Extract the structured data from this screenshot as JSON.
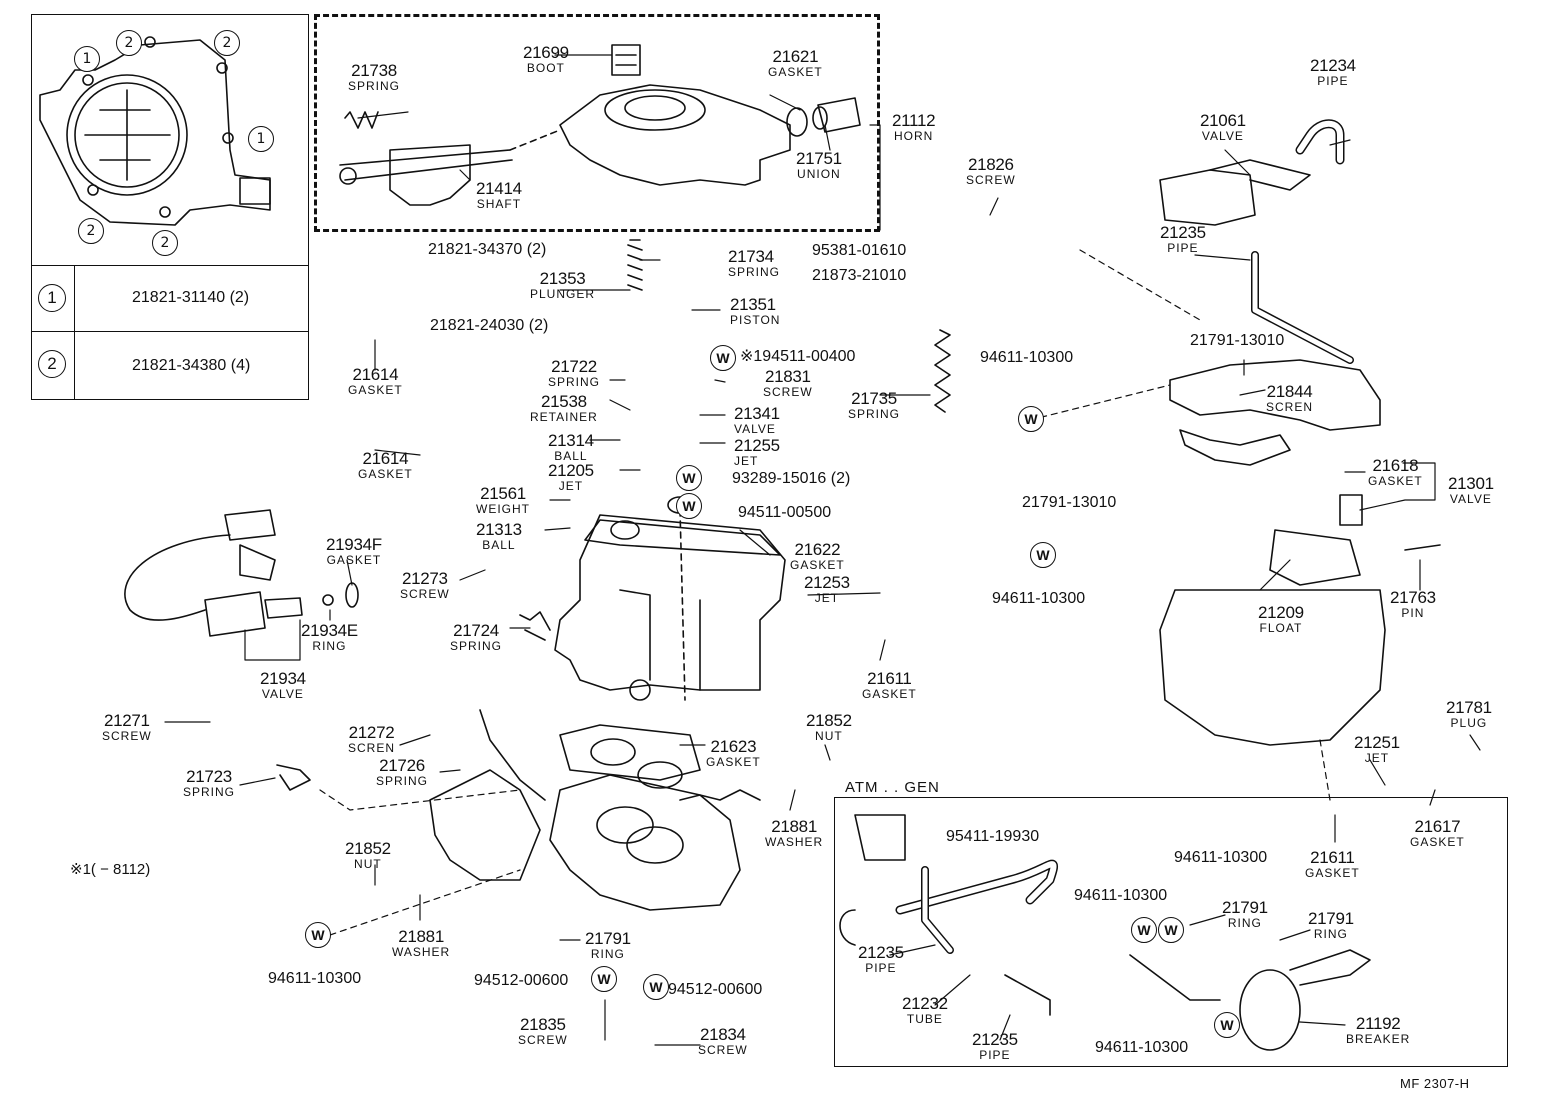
{
  "diagram_code": "MF 2307-H",
  "note": "※1(    − 8112)",
  "legend": {
    "key1": "1",
    "key2": "2",
    "row1": "21821-31140 (2)",
    "row2": "21821-34380 (4)"
  },
  "box_atm_title": "ATM . . GEN",
  "w_glyph": "W",
  "parts": [
    {
      "id": "p21699",
      "num": "21699",
      "name": "BOOT"
    },
    {
      "id": "p21738",
      "num": "21738",
      "name": "SPRING"
    },
    {
      "id": "p21621",
      "num": "21621",
      "name": "GASKET"
    },
    {
      "id": "p21112",
      "num": "21112",
      "name": "HORN"
    },
    {
      "id": "p21751",
      "num": "21751",
      "name": "UNION"
    },
    {
      "id": "p21414",
      "num": "21414",
      "name": "SHAFT"
    },
    {
      "id": "p21234",
      "num": "21234",
      "name": "PIPE"
    },
    {
      "id": "p21061",
      "num": "21061",
      "name": "VALVE"
    },
    {
      "id": "p21826",
      "num": "21826",
      "name": "SCREW"
    },
    {
      "id": "p21734",
      "num": "21734",
      "name": "SPRING"
    },
    {
      "id": "p21353",
      "num": "21353",
      "name": "PLUNGER"
    },
    {
      "id": "p21351",
      "num": "21351",
      "name": "PISTON"
    },
    {
      "id": "p21614a",
      "num": "21614",
      "name": "GASKET"
    },
    {
      "id": "p21614b",
      "num": "21614",
      "name": "GASKET"
    },
    {
      "id": "p21722",
      "num": "21722",
      "name": "SPRING"
    },
    {
      "id": "p21831",
      "num": "21831",
      "name": "SCREW"
    },
    {
      "id": "p21538",
      "num": "21538",
      "name": "RETAINER"
    },
    {
      "id": "p21341",
      "num": "21341",
      "name": "VALVE"
    },
    {
      "id": "p21255",
      "num": "21255",
      "name": "JET"
    },
    {
      "id": "p21314",
      "num": "21314",
      "name": "BALL"
    },
    {
      "id": "p21205",
      "num": "21205",
      "name": "JET"
    },
    {
      "id": "p21735",
      "num": "21735",
      "name": "SPRING"
    },
    {
      "id": "p21235a",
      "num": "21235",
      "name": "PIPE"
    },
    {
      "id": "p21844",
      "num": "21844",
      "name": "SCREN"
    },
    {
      "id": "p21561",
      "num": "21561",
      "name": "WEIGHT"
    },
    {
      "id": "p21313",
      "num": "21313",
      "name": "BALL"
    },
    {
      "id": "p21618",
      "num": "21618",
      "name": "GASKET"
    },
    {
      "id": "p21301",
      "num": "21301",
      "name": "VALVE"
    },
    {
      "id": "p21934F",
      "num": "21934F",
      "name": "GASKET"
    },
    {
      "id": "p21622",
      "num": "21622",
      "name": "GASKET"
    },
    {
      "id": "p21273",
      "num": "21273",
      "name": "SCREW"
    },
    {
      "id": "p21253",
      "num": "21253",
      "name": "JET"
    },
    {
      "id": "p21209",
      "num": "21209",
      "name": "FLOAT"
    },
    {
      "id": "p21763",
      "num": "21763",
      "name": "PIN"
    },
    {
      "id": "p21934E",
      "num": "21934E",
      "name": "RING"
    },
    {
      "id": "p21724",
      "num": "21724",
      "name": "SPRING"
    },
    {
      "id": "p21934",
      "num": "21934",
      "name": "VALVE"
    },
    {
      "id": "p21611a",
      "num": "21611",
      "name": "GASKET"
    },
    {
      "id": "p21781",
      "num": "21781",
      "name": "PLUG"
    },
    {
      "id": "p21271",
      "num": "21271",
      "name": "SCREW"
    },
    {
      "id": "p21852a",
      "num": "21852",
      "name": "NUT"
    },
    {
      "id": "p21272",
      "num": "21272",
      "name": "SCREN"
    },
    {
      "id": "p21623",
      "num": "21623",
      "name": "GASKET"
    },
    {
      "id": "p21726",
      "num": "21726",
      "name": "SPRING"
    },
    {
      "id": "p21251",
      "num": "21251",
      "name": "JET"
    },
    {
      "id": "p21723",
      "num": "21723",
      "name": "SPRING"
    },
    {
      "id": "p21881a",
      "num": "21881",
      "name": "WASHER"
    },
    {
      "id": "p21617",
      "num": "21617",
      "name": "GASKET"
    },
    {
      "id": "p21852b",
      "num": "21852",
      "name": "NUT"
    },
    {
      "id": "p21611b",
      "num": "21611",
      "name": "GASKET"
    },
    {
      "id": "p21881b",
      "num": "21881",
      "name": "WASHER"
    },
    {
      "id": "p21791a",
      "num": "21791",
      "name": "RING"
    },
    {
      "id": "p21235b",
      "num": "21235",
      "name": "PIPE"
    },
    {
      "id": "p21791b",
      "num": "21791",
      "name": "RING"
    },
    {
      "id": "p21791c",
      "num": "21791",
      "name": "RING"
    },
    {
      "id": "p21232",
      "num": "21232",
      "name": "TUBE"
    },
    {
      "id": "p21835",
      "num": "21835",
      "name": "SCREW"
    },
    {
      "id": "p21834",
      "num": "21834",
      "name": "SCREW"
    },
    {
      "id": "p21235c",
      "num": "21235",
      "name": "PIPE"
    },
    {
      "id": "p21192",
      "num": "21192",
      "name": "BREAKER"
    }
  ],
  "callouts": [
    {
      "id": "c1",
      "text": "21821-34370 (2)"
    },
    {
      "id": "c2",
      "text": "21821-24030 (2)"
    },
    {
      "id": "c3",
      "text": "95381-01610"
    },
    {
      "id": "c4",
      "text": "21873-21010"
    },
    {
      "id": "c5",
      "text": "※194511-00400"
    },
    {
      "id": "c6",
      "text": "94611-10300"
    },
    {
      "id": "c7",
      "text": "21791-13010"
    },
    {
      "id": "c8",
      "text": "93289-15016 (2)"
    },
    {
      "id": "c9",
      "text": "94511-00500"
    },
    {
      "id": "c10",
      "text": "21791-13010"
    },
    {
      "id": "c11",
      "text": "94611-10300"
    },
    {
      "id": "c12",
      "text": "94611-10300"
    },
    {
      "id": "c13",
      "text": "94512-00600"
    },
    {
      "id": "c14",
      "text": "94512-00600"
    },
    {
      "id": "c15",
      "text": "95411-19930"
    },
    {
      "id": "c16",
      "text": "94611-10300"
    },
    {
      "id": "c17",
      "text": "94611-10300"
    },
    {
      "id": "c18",
      "text": "94611-10300"
    }
  ]
}
